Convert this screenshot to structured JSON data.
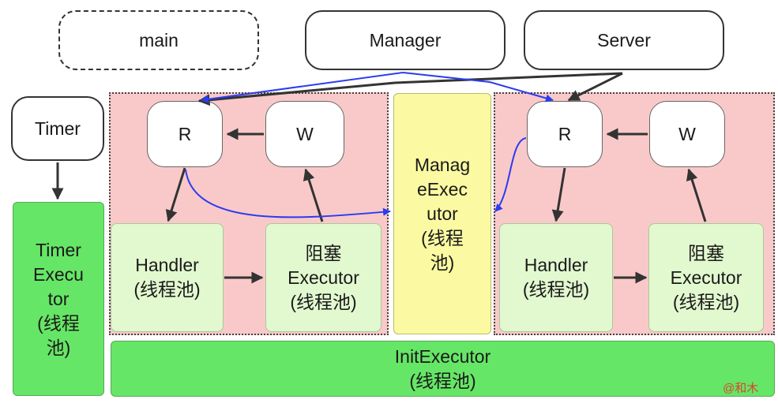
{
  "nodes": {
    "main": "main",
    "manager": "Manager",
    "server": "Server",
    "timer": "Timer",
    "timer_executor": "Timer\nExecu\ntor\n(线程\n池)",
    "left_r": "R",
    "left_w": "W",
    "left_handler": "Handler\n(线程池)",
    "left_blocking": "阻塞\nExecutor\n(线程池)",
    "manage_executor": "Manag\neExec\nutor\n(线程\n池)",
    "right_r": "R",
    "right_w": "W",
    "right_handler": "Handler\n(线程池)",
    "right_blocking": "阻塞\nExecutor\n(线程池)",
    "init_executor": "InitExecutor\n(线程池)"
  },
  "watermark": "@和木",
  "colors": {
    "region_fill": "#f9c9c9",
    "executor_green": "#66e666",
    "pool_light_green": "#e2f8cf",
    "manage_yellow": "#fbfaa2",
    "arrow_dark": "#333333",
    "arrow_blue": "#2b3cf0"
  }
}
